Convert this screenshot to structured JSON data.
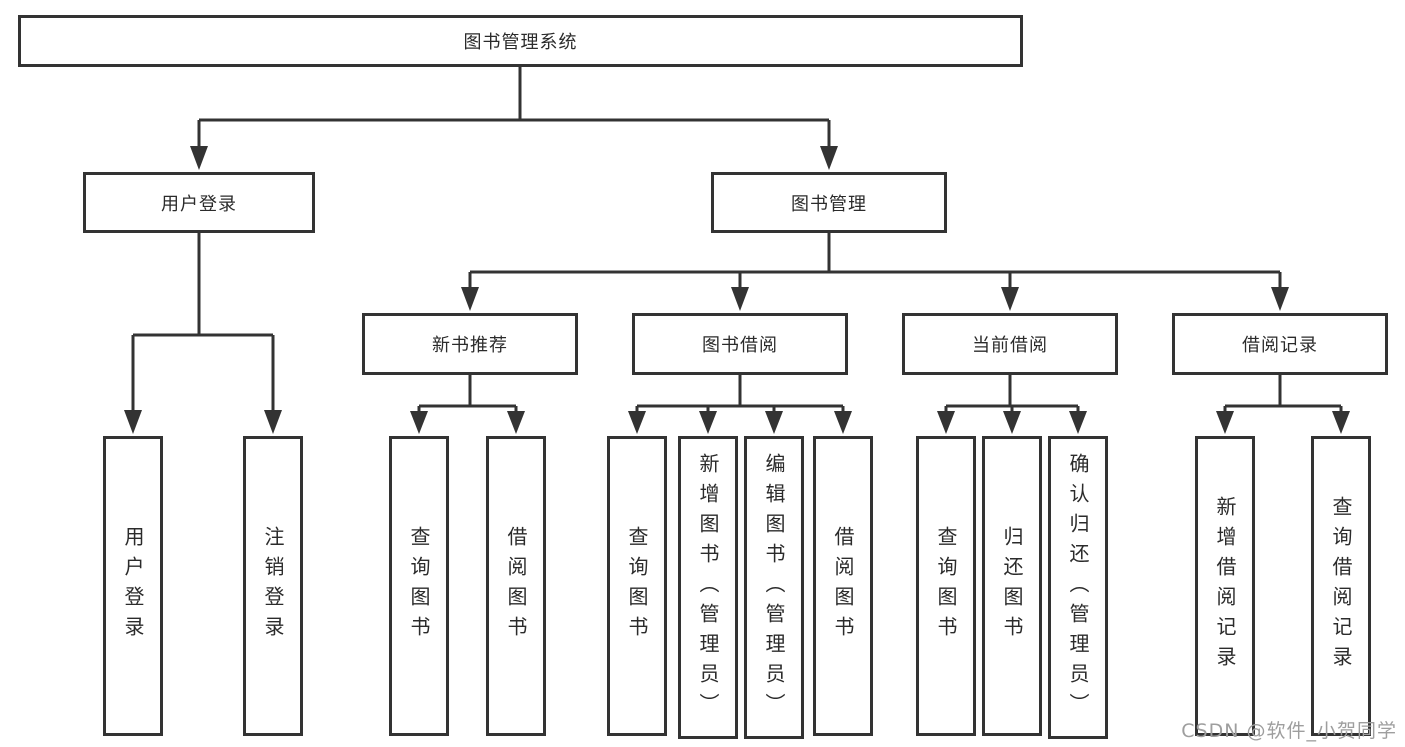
{
  "tree": {
    "label": "图书管理系统",
    "children": [
      {
        "label": "用户登录",
        "children": [
          {
            "label": "用户登录"
          },
          {
            "label": "注销登录"
          }
        ]
      },
      {
        "label": "图书管理",
        "children": [
          {
            "label": "新书推荐",
            "children": [
              {
                "label": "查询图书"
              },
              {
                "label": "借阅图书"
              }
            ]
          },
          {
            "label": "图书借阅",
            "children": [
              {
                "label": "查询图书"
              },
              {
                "label": "新增图书（管理员）"
              },
              {
                "label": "编辑图书（管理员）"
              },
              {
                "label": "借阅图书"
              }
            ]
          },
          {
            "label": "当前借阅",
            "children": [
              {
                "label": "查询图书"
              },
              {
                "label": "归还图书"
              },
              {
                "label": "确认归还（管理员）"
              }
            ]
          },
          {
            "label": "借阅记录",
            "children": [
              {
                "label": "新增借阅记录"
              },
              {
                "label": "查询借阅记录"
              }
            ]
          }
        ]
      }
    ]
  },
  "watermark": {
    "text": "CSDN @软件_小贺同学"
  },
  "colors": {
    "line": "#333333",
    "box_border": "#333333",
    "text": "#2b2b2b",
    "watermark": "#9e9e9e",
    "background": "#ffffff"
  }
}
